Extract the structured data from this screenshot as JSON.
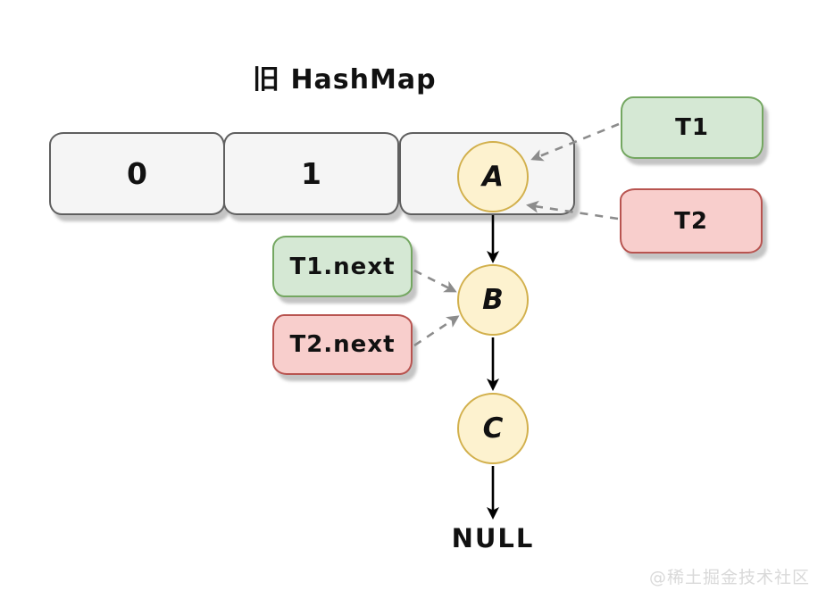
{
  "title": "旧 HashMap",
  "buckets": [
    {
      "label": "0"
    },
    {
      "label": "1"
    },
    {
      "label": ""
    }
  ],
  "list_nodes": [
    {
      "label": "A"
    },
    {
      "label": "B"
    },
    {
      "label": "C"
    }
  ],
  "terminal_label": "NULL",
  "refs": {
    "t1": {
      "label": "T1"
    },
    "t2": {
      "label": "T2"
    },
    "t1next": {
      "label": "T1.next"
    },
    "t2next": {
      "label": "T2.next"
    }
  },
  "watermark": "@稀土掘金技术社区",
  "colors": {
    "bucket_fill": "#f5f5f5",
    "bucket_border": "#5f5f5f",
    "node_fill": "#fdf2cf",
    "node_border": "#d2b04c",
    "green_fill": "#d5e8d4",
    "green_border": "#74a761",
    "red_fill": "#f8cecc",
    "red_border": "#b85450",
    "solid_arrow": "#000000",
    "dashed_arrow": "#8c8c8c",
    "watermark": "#d9d9d9"
  }
}
